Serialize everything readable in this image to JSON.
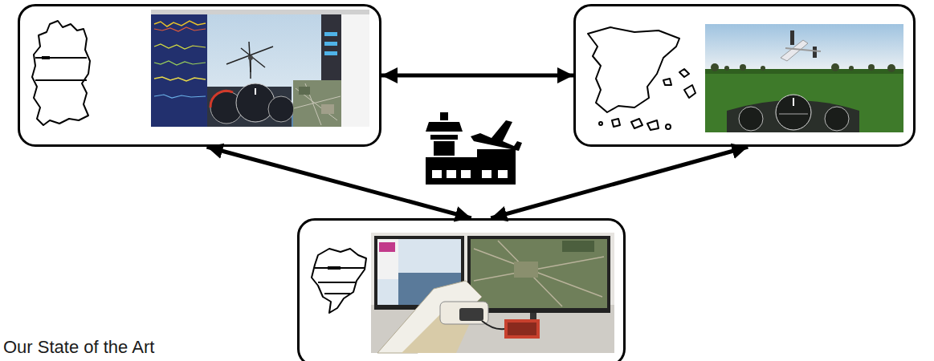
{
  "diagram": {
    "nodes": [
      {
        "text": []
      },
      {
        "text": []
      },
      {
        "text": []
      }
    ],
    "edges": [
      {
        "from": 0,
        "to": 1,
        "arrow": "both"
      },
      {
        "from": 0,
        "to": 2,
        "arrow": "both"
      },
      {
        "from": 1,
        "to": 2,
        "arrow": "both"
      }
    ],
    "labels": [
      "Our State of the Art"
    ]
  }
}
